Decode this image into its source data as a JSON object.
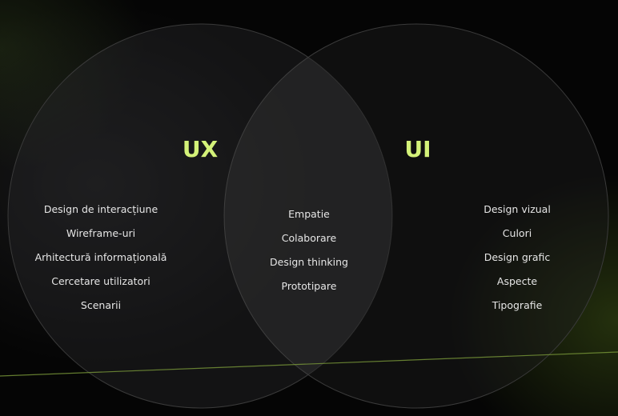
{
  "venn": {
    "left": {
      "title": "UX",
      "items": [
        "Design de interacțiune",
        "Wireframe-uri",
        "Arhitectură informațională",
        "Cercetare utilizatori",
        "Scenarii"
      ]
    },
    "right": {
      "title": "UI",
      "items": [
        "Design vizual",
        "Culori",
        "Design grafic",
        "Aspecte",
        "Tipografie"
      ]
    },
    "intersection": {
      "items": [
        "Empatie",
        "Colaborare",
        "Design thinking",
        "Prototipare"
      ]
    }
  },
  "colors": {
    "title_accent": "#d4f279",
    "circle_stroke": "#3a3a3a",
    "accent_line": "#7a9a3a"
  }
}
